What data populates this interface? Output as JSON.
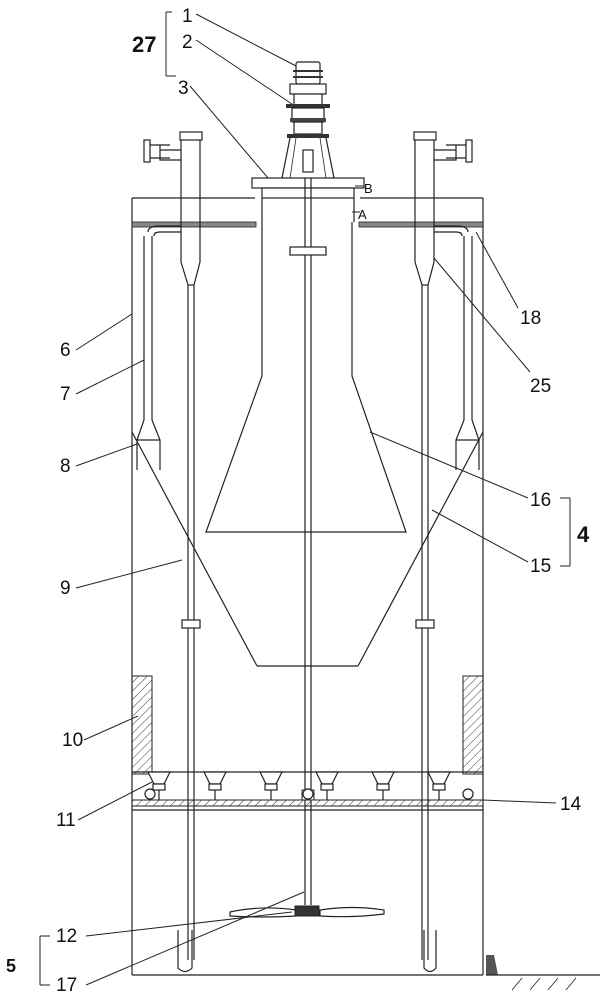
{
  "labels": {
    "l1": "1",
    "l2": "2",
    "l3": "3",
    "l27": "27",
    "lB": "B",
    "lA": "A",
    "l6": "6",
    "l7": "7",
    "l8": "8",
    "l9": "9",
    "l10": "10",
    "l11": "11",
    "l12": "12",
    "l17": "17",
    "l5": "5",
    "l14": "14",
    "l15": "15",
    "l16": "16",
    "l4": "4",
    "l18": "18",
    "l25": "25"
  }
}
